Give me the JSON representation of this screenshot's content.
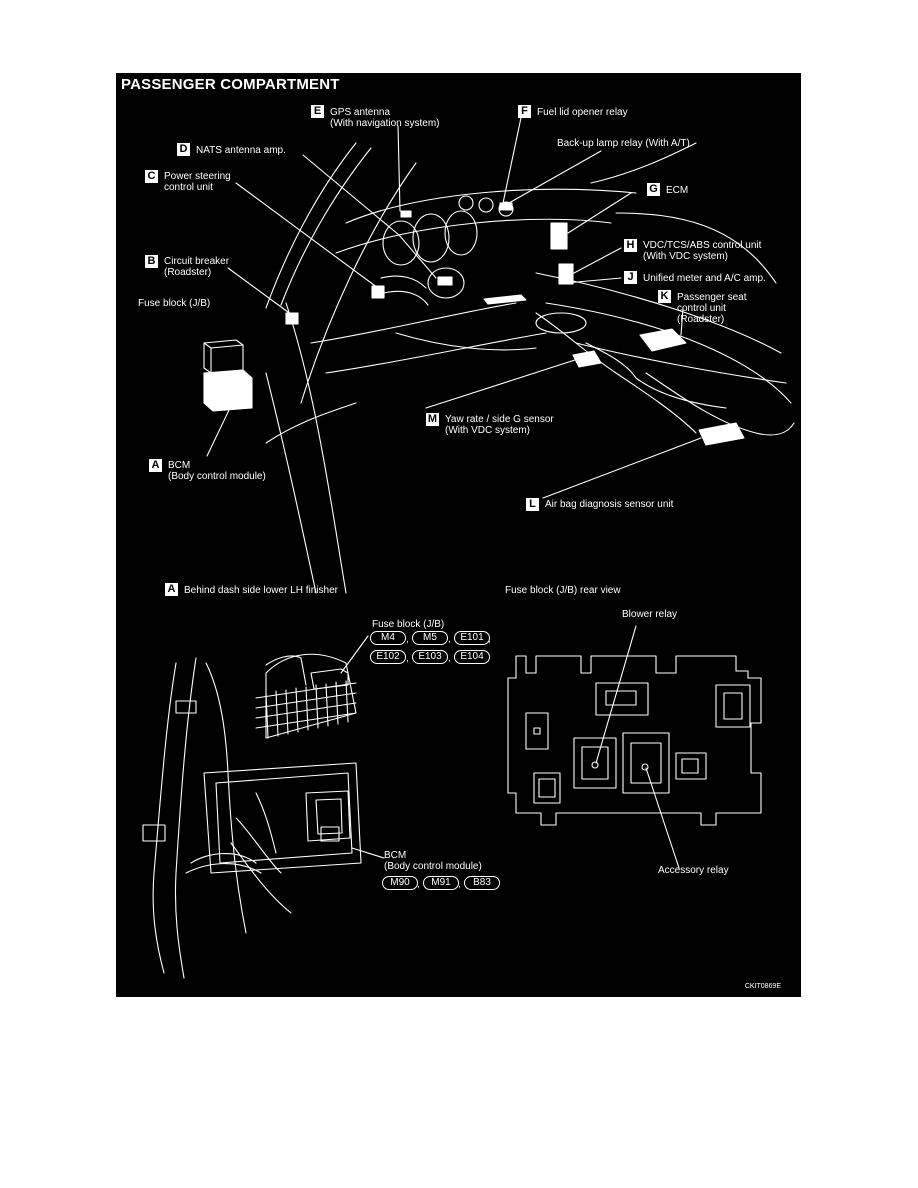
{
  "title": "PASSENGER COMPARTMENT",
  "callouts": {
    "E": {
      "letter": "E",
      "label": "GPS antenna",
      "sub": "(With navigation system)"
    },
    "F": {
      "letter": "F",
      "label": "Fuel lid opener relay"
    },
    "backup": {
      "label": "Back-up lamp relay (With A/T)"
    },
    "D": {
      "letter": "D",
      "label": "NATS antenna amp."
    },
    "C": {
      "letter": "C",
      "label": "Power steering",
      "sub": "control unit"
    },
    "G": {
      "letter": "G",
      "label": "ECM"
    },
    "H": {
      "letter": "H",
      "label": "VDC/TCS/ABS control unit",
      "sub": "(With VDC system)"
    },
    "B": {
      "letter": "B",
      "label": "Circuit breaker",
      "sub": "(Roadster)"
    },
    "J": {
      "letter": "J",
      "label": "Unified meter and A/C amp."
    },
    "K": {
      "letter": "K",
      "label": "Passenger seat",
      "sub": "control unit",
      "sub2": "(Roadster)"
    },
    "fuse_block": {
      "label": "Fuse block (J/B)"
    },
    "M": {
      "letter": "M",
      "label": "Yaw rate / side G sensor",
      "sub": "(With VDC system)"
    },
    "A": {
      "letter": "A",
      "label": "BCM",
      "sub": "(Body control module)"
    },
    "L": {
      "letter": "L",
      "label": "Air bag diagnosis sensor unit"
    }
  },
  "detail_left": {
    "letter": "A",
    "heading": "Behind dash side lower LH finisher",
    "fuse_label": "Fuse block (J/B)",
    "fuse_connectors": [
      "M4",
      "M5",
      "E101",
      "E102",
      "E103",
      "E104"
    ],
    "bcm_label": "BCM",
    "bcm_sub": "(Body control module)",
    "bcm_connectors": [
      "M90",
      "M91",
      "B83"
    ]
  },
  "detail_right": {
    "heading": "Fuse block (J/B) rear view",
    "blower": "Blower relay",
    "accessory": "Accessory relay"
  },
  "figure_code": "CKIT0869E"
}
